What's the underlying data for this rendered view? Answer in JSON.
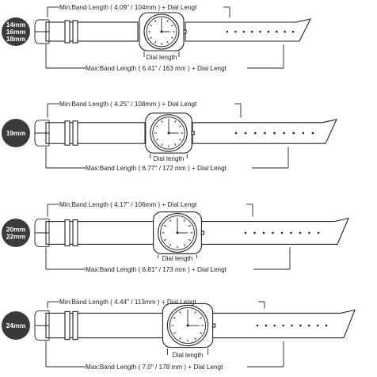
{
  "sections": [
    {
      "sizes": [
        "14mm",
        "16mm",
        "18mm"
      ],
      "min_label": "Min:Band Length ( 4.09\" / 104mm ) + Dial Lengt",
      "dial_label": "Dial length",
      "max_label": "Max:Band Length ( 6.41\" / 163 mm ) + Dial Lengt"
    },
    {
      "sizes": [
        "19mm"
      ],
      "min_label": "Min:Band Length ( 4.25\" / 108mm ) + Dial Lengt",
      "dial_label": "Dial length",
      "max_label": "Max:Band Length ( 6.77\" / 172 mm ) + Dial Lengt"
    },
    {
      "sizes": [
        "20mm",
        "22mm"
      ],
      "min_label": "Min:Band Length ( 4.17\" / 106mm ) + Dial Lengt",
      "dial_label": "Dial length",
      "max_label": "Max:Band Length ( 6.81\" / 173 mm ) + Dial Lengt"
    },
    {
      "sizes": [
        "24mm"
      ],
      "min_label": "Min:Band Length ( 4.44\" / 113mm ) + Dial Lengt",
      "dial_label": "Dial length",
      "max_label": "Max:Band Length ( 7.0\" / 178 mm ) + Dial Lengt"
    }
  ],
  "colors": {
    "badge": "#3a3a3a",
    "line": "#222222",
    "background": "#ffffff"
  }
}
